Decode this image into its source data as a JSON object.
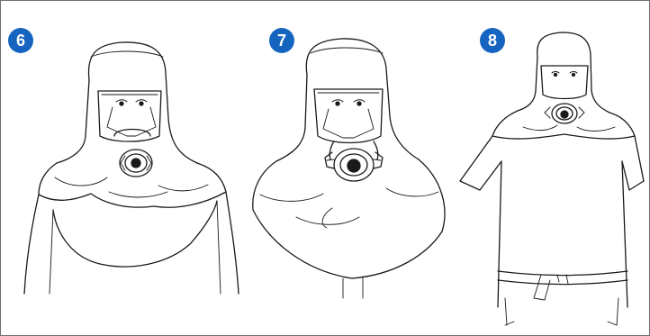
{
  "colors": {
    "badge": "#1565c0",
    "line": "#1a1a1a",
    "border": "#6e6e6e"
  },
  "steps": [
    {
      "number": "6",
      "illustration": "hood-with-mask-filter-front"
    },
    {
      "number": "7",
      "illustration": "hood-with-mask-and-draped-collar"
    },
    {
      "number": "8",
      "illustration": "full-suit-with-hood-mask-and-belt"
    }
  ]
}
